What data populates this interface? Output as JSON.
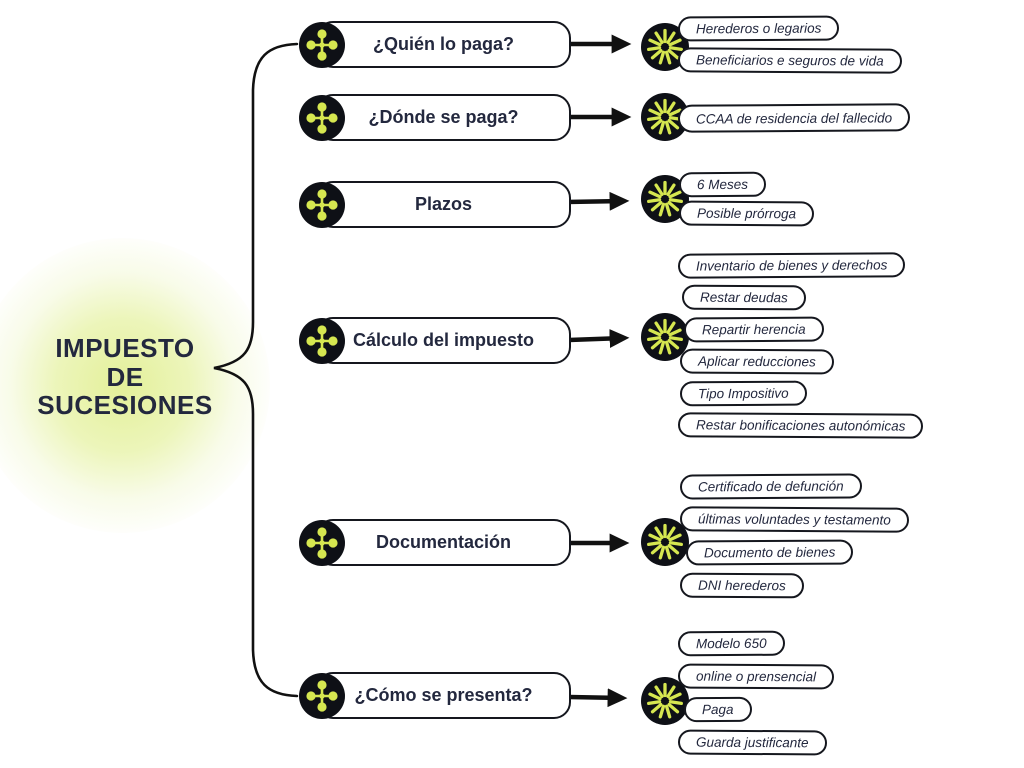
{
  "center": {
    "title_lines": [
      "IMPUESTO",
      "DE",
      "SUCESIONES"
    ]
  },
  "colors": {
    "accent_lime": "#d6e750",
    "node_black": "#0e1016",
    "ink_navy": "#23283e",
    "line_black": "#111111",
    "glow": "#e2ef94",
    "background": "#ffffff"
  },
  "icons": {
    "branch_node": "cross-dot-icon",
    "items_node": "asterisk-burst-icon"
  },
  "branches": [
    {
      "label": "¿Quién lo paga?",
      "items": [
        "Herederos o legarios",
        "Beneficiarios e seguros de vida"
      ]
    },
    {
      "label": "¿Dónde se paga?",
      "items": [
        "CCAA de residencia del fallecido"
      ]
    },
    {
      "label": "Plazos",
      "items": [
        "6 Meses",
        "Posible prórroga"
      ]
    },
    {
      "label": "Cálculo del impuesto",
      "items": [
        "Inventario de bienes y derechos",
        "Restar deudas",
        "Repartir herencia",
        "Aplicar reducciones",
        "Tipo Impositivo",
        "Restar bonificaciones autonómicas"
      ]
    },
    {
      "label": "Documentación",
      "items": [
        "Certificado de defunción",
        "últimas voluntades y testamento",
        "Documento de bienes",
        "DNI herederos"
      ]
    },
    {
      "label": "¿Cómo se presenta?",
      "items": [
        "Modelo 650",
        "online o prensencial",
        "Paga",
        "Guarda justificante"
      ]
    }
  ]
}
